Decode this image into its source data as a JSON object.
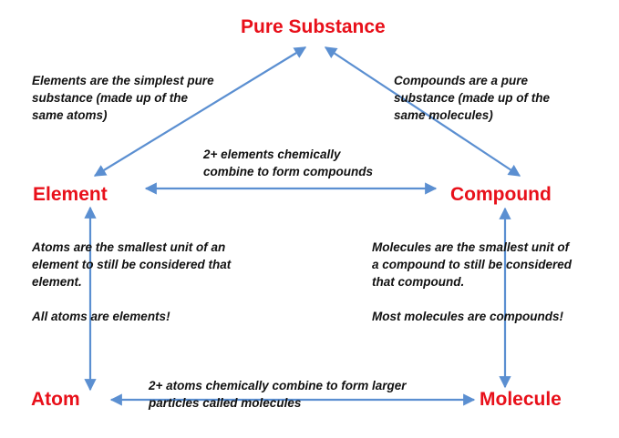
{
  "nodes": {
    "pure_substance": "Pure Substance",
    "element": "Element",
    "compound": "Compound",
    "atom": "Atom",
    "molecule": "Molecule"
  },
  "notes": {
    "elements_simplest": "Elements are the simplest pure\nsubstance (made up of the\nsame atoms)",
    "compounds_pure": "Compounds are a pure\nsubstance (made up of the\nsame molecules)",
    "elements_combine": "2+ elements chemically\ncombine to form compounds",
    "atoms_smallest": "Atoms are the smallest unit of an\nelement to still be considered that\nelement.\n\nAll atoms are elements!",
    "molecules_smallest": "Molecules are the smallest unit of\na compound to still be considered\nthat compound.\n\nMost molecules are compounds!",
    "atoms_combine": "2+ atoms chemically combine to form larger\nparticles called molecules"
  },
  "colors": {
    "node_text": "#e8101a",
    "arrow": "#5b8fd1",
    "note_text": "#111111"
  }
}
